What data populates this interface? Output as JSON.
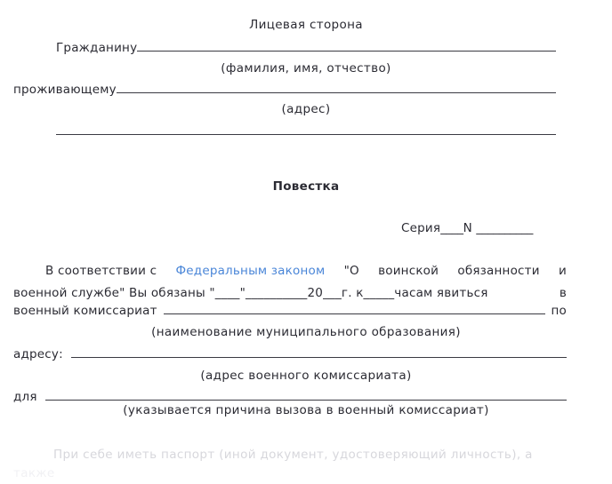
{
  "document": {
    "side_heading": "Лицевая сторона",
    "title": "Повестка"
  },
  "recipient": {
    "citizen_label": "Гражданину",
    "citizen_caption": "(фамилия, имя, отчество)",
    "residing_label": "проживающему",
    "address_caption": "(адрес)"
  },
  "serial": {
    "series_label": "Серия",
    "series_blank": "____",
    "number_label": "N",
    "number_blank": "__________"
  },
  "body": {
    "line1": {
      "indent": "",
      "seg1": "В соответствии с",
      "link": "Федеральным законом",
      "seg2": "\"О",
      "seg3": "воинской",
      "seg4": "обязанности",
      "seg5": "и"
    },
    "line2": {
      "seg1": "военной службе\" Вы обязаны \"____\"__________20___г. к_____часам явиться",
      "seg2": "в"
    },
    "commissariat_label": "военный комиссариат",
    "commissariat_tail": "по",
    "commissariat_caption": "(наименование муниципального образования)",
    "address_label": "адресу:",
    "address_caption": "(адрес военного комиссариата)",
    "purpose_label": "для",
    "purpose_caption": "(указывается причина вызова в военный комиссариат)"
  },
  "footer": {
    "note_line1": "При себе иметь паспорт (иной документ, удостоверяющий личность),   а",
    "note_line2": "также"
  },
  "colors": {
    "text": "#2b2b33",
    "rule": "#3a3a42",
    "link": "#4a86d8",
    "faded": "#d7d7dc",
    "background": "#ffffff"
  }
}
